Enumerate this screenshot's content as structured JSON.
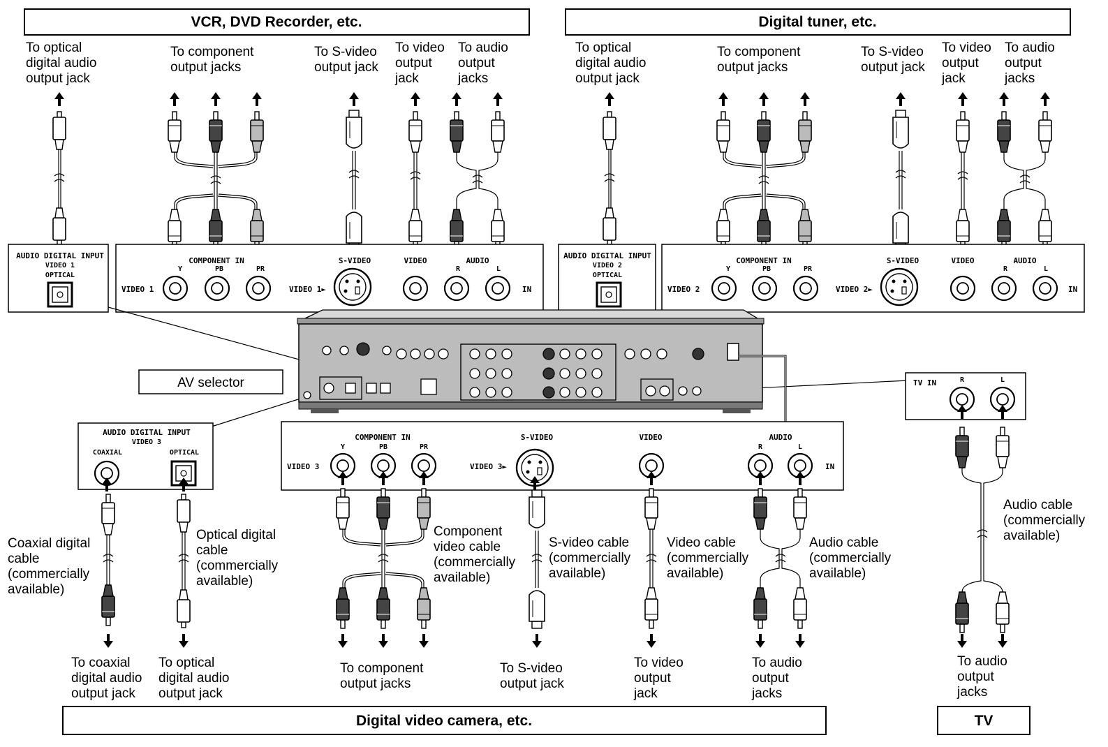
{
  "headers": {
    "vcr": "VCR, DVD Recorder, etc.",
    "tuner": "Digital tuner, etc.",
    "camera": "Digital video camera, etc.",
    "tv": "TV",
    "av_selector": "AV selector"
  },
  "top_labels": {
    "optical": [
      "To optical",
      "digital audio",
      "output jack"
    ],
    "component": [
      "To component",
      "output jacks"
    ],
    "svideo": [
      "To S-video",
      "output jack"
    ],
    "video": [
      "To video",
      "output",
      "jack"
    ],
    "audio": [
      "To audio",
      "output",
      "jacks"
    ]
  },
  "panel1": {
    "adi_title": "AUDIO DIGITAL INPUT",
    "adi_sub": "VIDEO 1",
    "optical": "OPTICAL",
    "component_in": "COMPONENT IN",
    "y": "Y",
    "pb": "PB",
    "pr": "PR",
    "video_lbl": "VIDEO 1",
    "svideo_title": "S-VIDEO",
    "svideo_lbl": "VIDEO 1►",
    "video_title": "VIDEO",
    "audio_title": "AUDIO",
    "r": "R",
    "l": "L",
    "in": "IN"
  },
  "panel2": {
    "adi_title": "AUDIO DIGITAL INPUT",
    "adi_sub": "VIDEO 2",
    "optical": "OPTICAL",
    "component_in": "COMPONENT IN",
    "y": "Y",
    "pb": "PB",
    "pr": "PR",
    "video_lbl": "VIDEO 2",
    "svideo_title": "S-VIDEO",
    "svideo_lbl": "VIDEO 2►",
    "video_title": "VIDEO",
    "audio_title": "AUDIO",
    "r": "R",
    "l": "L",
    "in": "IN"
  },
  "panel3": {
    "adi_title": "AUDIO DIGITAL INPUT",
    "adi_sub": "VIDEO 3",
    "coaxial": "COAXIAL",
    "optical": "OPTICAL",
    "component_in": "COMPONENT IN",
    "y": "Y",
    "pb": "PB",
    "pr": "PR",
    "video_lbl": "VIDEO 3",
    "svideo_title": "S-VIDEO",
    "svideo_lbl": "VIDEO 3►",
    "video_title": "VIDEO",
    "audio_title": "AUDIO",
    "r": "R",
    "l": "L",
    "in": "IN"
  },
  "tv_panel": {
    "title": "TV IN",
    "r": "R",
    "l": "L"
  },
  "cable_labels": {
    "coax": [
      "Coaxial digital",
      "cable",
      "(commercially",
      "available)"
    ],
    "optical": [
      "Optical digital",
      "cable",
      "(commercially",
      "available)"
    ],
    "component": [
      "Component",
      "video cable",
      "(commercially",
      "available)"
    ],
    "svideo": [
      "S-video cable",
      "(commercially",
      "available)"
    ],
    "video": [
      "Video cable",
      "(commercially",
      "available)"
    ],
    "audio": [
      "Audio cable",
      "(commercially",
      "available)"
    ],
    "tv_audio": [
      "Audio cable",
      "(commercially",
      "available)"
    ]
  },
  "bottom_labels": {
    "coax": [
      "To coaxial",
      "digital audio",
      "output jack"
    ],
    "optical": [
      "To optical",
      "digital audio",
      "output jack"
    ],
    "component": [
      "To component",
      "output jacks"
    ],
    "svideo": [
      "To S-video",
      "output jack"
    ],
    "video": [
      "To video",
      "output",
      "jack"
    ],
    "audio": [
      "To audio",
      "output",
      "jacks"
    ],
    "tv_audio": [
      "To audio",
      "output",
      "jacks"
    ]
  }
}
